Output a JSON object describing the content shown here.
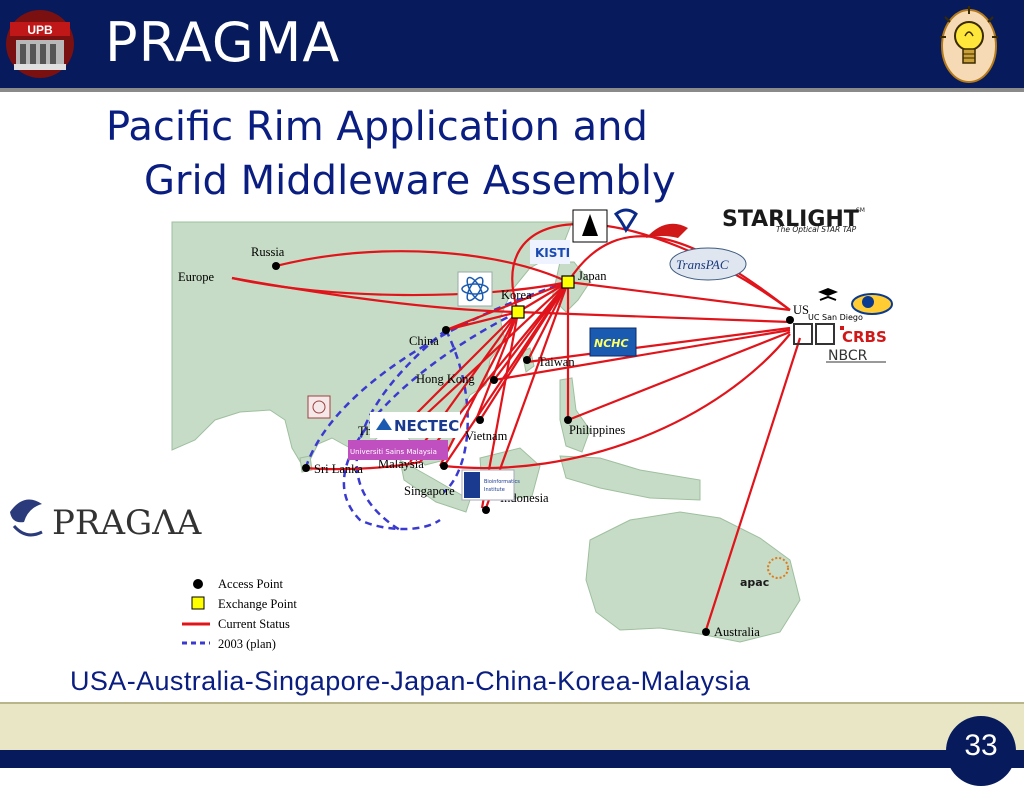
{
  "header": {
    "title": "PRAGMA",
    "logo_text": "UPB",
    "logo_icon": "upb-building-logo-icon",
    "bulb_icon": "lightbulb-icon"
  },
  "subtitle": {
    "line1": "Pacific Rim Application and",
    "line2": "Grid Middleware Assembly"
  },
  "map": {
    "places": {
      "russia": "Russia",
      "europe": "Europe",
      "china": "China",
      "korea": "Korea",
      "japan": "Japan",
      "taiwan": "Taiwan",
      "hong_kong": "Hong Kong",
      "thailand": "Thailand",
      "vietnam": "Vietnam",
      "philippines": "Philippines",
      "sri_lanka": "Sri Lanka",
      "malaysia": "Malaysia",
      "singapore": "Singapore",
      "indonesia": "Indonesia",
      "us": "US",
      "australia": "Australia"
    },
    "logos": {
      "kisti": "KISTI",
      "starlight": "STARLIGHT",
      "starlight_tag": "The Optical STAR TAP",
      "starlight_tm": "SM",
      "transpac": "TransPAC",
      "nchc": "NCHC",
      "nectec": "NECTEC",
      "usm": "Universiti Sains Malaysia",
      "bii_line1": "Bioinformatics",
      "bii_line2": "Institute",
      "ucsd": "UC San Diego",
      "crbs": "CRBS",
      "nbcr": "NBCR",
      "apac": "apac",
      "pragma": "PRAGΛA"
    },
    "legend": {
      "access_point": "Access Point",
      "exchange_point": "Exchange Point",
      "current_status": "Current Status",
      "plan": "2003 (plan)"
    },
    "colors": {
      "land": "#c6dcc6",
      "sea": "#ffffff",
      "link_current": "#e0141a",
      "link_plan": "#3a3ad0",
      "exchange_point": "#ffff00"
    }
  },
  "caption": "USA-Australia-Singapore-Japan-China-Korea-Malaysia",
  "footer": {
    "page_number": "33"
  },
  "theme": {
    "navy": "#061a5c",
    "title_blue": "#0a1d80",
    "band": "#e8e6c4"
  }
}
